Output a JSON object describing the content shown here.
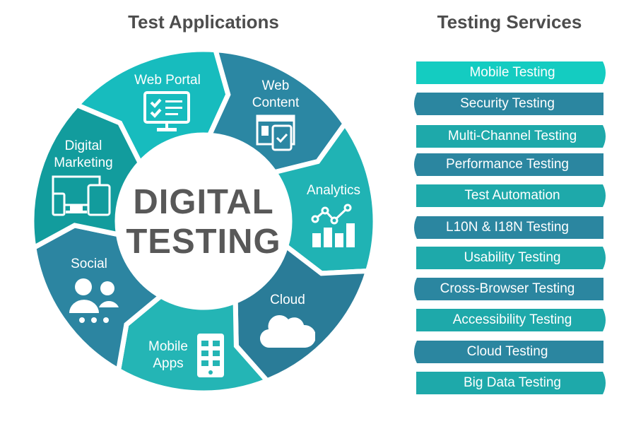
{
  "left_heading": "Test Applications",
  "right_heading": "Testing Services",
  "center": {
    "line1": "DIGITAL",
    "line2": "TESTING"
  },
  "segments": [
    {
      "label": "Web Portal",
      "icon": "monitor-checklist-icon",
      "color": "#17bcbe"
    },
    {
      "label": "Web Content",
      "icon": "web-content-check-icon",
      "color": "#2b87a3"
    },
    {
      "label": "Analytics",
      "icon": "analytics-chart-icon",
      "color": "#20b3b4"
    },
    {
      "label": "Cloud",
      "icon": "cloud-icon",
      "color": "#2a7c98"
    },
    {
      "label": "Mobile Apps",
      "icon": "mobile-apps-icon",
      "color": "#24b5b5"
    },
    {
      "label": "Social",
      "icon": "social-people-icon",
      "color": "#2c85a1"
    },
    {
      "label": "Digital Marketing",
      "icon": "devices-icon",
      "color": "#129c9d"
    }
  ],
  "services": [
    {
      "label": "Mobile Testing",
      "color": "#14ccc1"
    },
    {
      "label": "Security Testing",
      "color": "#2b86a0"
    },
    {
      "label": "Multi-Channel Testing",
      "color": "#1ea9aa"
    },
    {
      "label": "Performance Testing",
      "color": "#2b86a0"
    },
    {
      "label": "Test Automation",
      "color": "#1ea9aa"
    },
    {
      "label": "L10N & I18N Testing",
      "color": "#2b86a0"
    },
    {
      "label": "Usability Testing",
      "color": "#1ea9aa"
    },
    {
      "label": "Cross-Browser Testing",
      "color": "#2b86a0"
    },
    {
      "label": "Accessibility Testing",
      "color": "#1ea9aa"
    },
    {
      "label": "Cloud Testing",
      "color": "#2b86a0"
    },
    {
      "label": "Big Data Testing",
      "color": "#1ea9aa"
    }
  ]
}
